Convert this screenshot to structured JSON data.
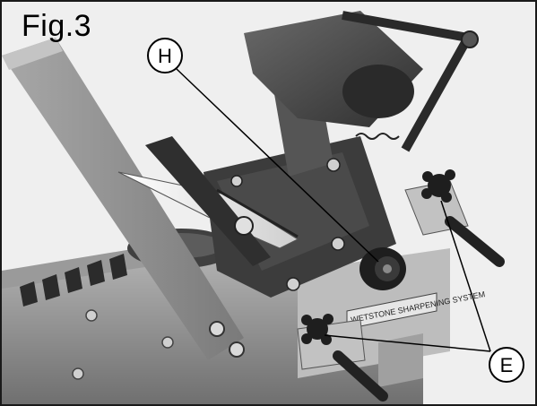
{
  "figure": {
    "label": "Fig.3",
    "callouts": {
      "h": "H",
      "e": "E"
    },
    "machine_text": "WETSTONE SHARPENING SYSTEM"
  },
  "colors": {
    "body_gray": "#8c8c8c",
    "dark_metal": "#3a3a3a",
    "light_metal": "#c8c8c8",
    "background": "#f2f2f2"
  }
}
